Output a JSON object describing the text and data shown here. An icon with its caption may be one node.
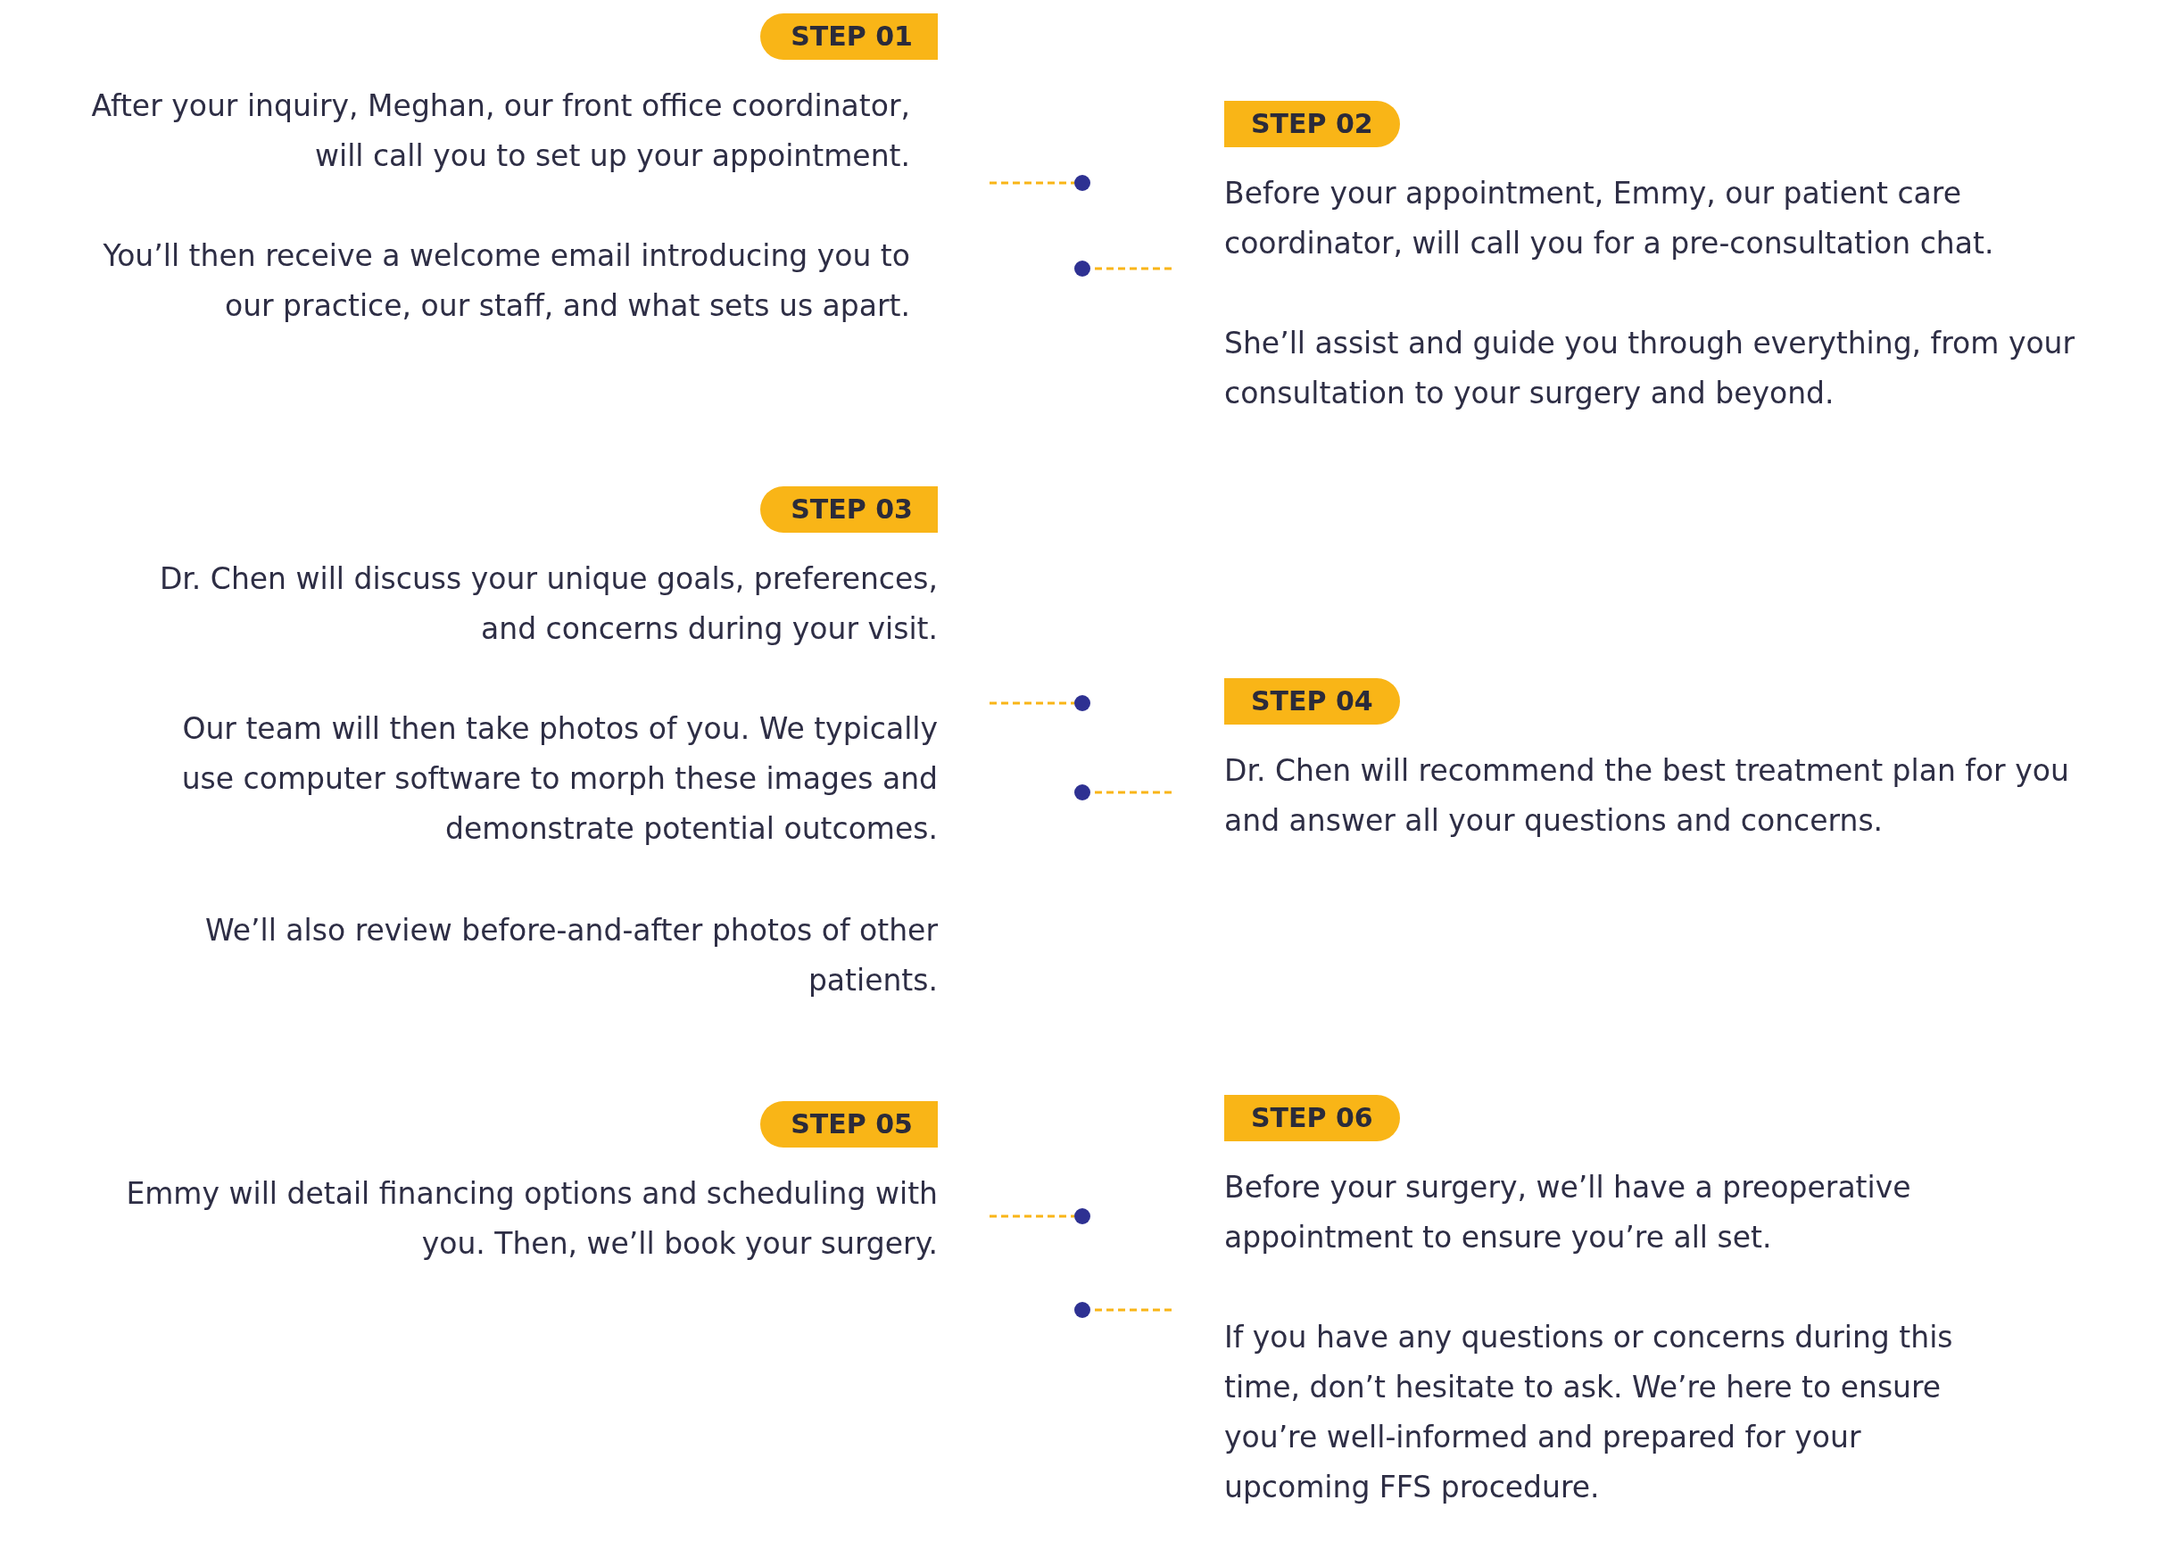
{
  "diagram": {
    "nodes": [
      {
        "text": [
          "STEP 01",
          "After your inquiry, Meghan, our front office coordinator, will call you to set up your appointment.",
          "You’ll then receive a welcome email introducing you to our practice, our staff, and what sets us apart."
        ]
      },
      {
        "text": [
          "STEP 02",
          "Before your appointment, Emmy, our patient care coordinator, will call you for a pre-consultation chat.",
          "She’ll assist and guide you through everything, from your consultation to your surgery and beyond."
        ]
      },
      {
        "text": [
          "STEP 03",
          "Dr. Chen will discuss your unique goals, preferences, and concerns during your visit.",
          "Our team will then take photos of you. We typically use computer software to morph these images and demonstrate potential outcomes."
        ]
      },
      {
        "text": [
          "STEP 04",
          "Dr. Chen will recommend the best treatment plan for you and answer all your questions and concerns."
        ]
      },
      {
        "text": [
          "STEP 05",
          "Emmy will detail financing options and scheduling with you. Then, we’ll book your surgery."
        ]
      },
      {
        "text": [
          "STEP 06",
          "Before your surgery, we’ll have a preoperative appointment to ensure you’re all set.",
          "If you have any questions or concerns during this time, don’t hesitate to ask. We’re here to ensure you’re well-informed and prepared for your upcoming FFS procedure."
        ]
      },
      {
        "text": [],
        "shape": "circle"
      },
      {
        "text": [],
        "shape": "circle"
      },
      {
        "text": [],
        "shape": "circle"
      },
      {
        "text": [],
        "shape": "circle"
      },
      {
        "text": [],
        "shape": "circle"
      },
      {
        "text": [],
        "shape": "circle"
      }
    ],
    "edges": [
      {
        "from": 0,
        "to": 6,
        "arrow": "none",
        "style": "dashed"
      },
      {
        "from": 1,
        "to": 7,
        "arrow": "none",
        "style": "dashed"
      },
      {
        "from": 2,
        "to": 8,
        "arrow": "none",
        "style": "dashed"
      },
      {
        "from": 3,
        "to": 9,
        "arrow": "none",
        "style": "dashed"
      },
      {
        "from": 4,
        "to": 10,
        "arrow": "none",
        "style": "dashed"
      },
      {
        "from": 5,
        "to": 11,
        "arrow": "none",
        "style": "dashed"
      }
    ],
    "labels": [
      "We’ll also review before-and-after photos of other patients."
    ]
  }
}
